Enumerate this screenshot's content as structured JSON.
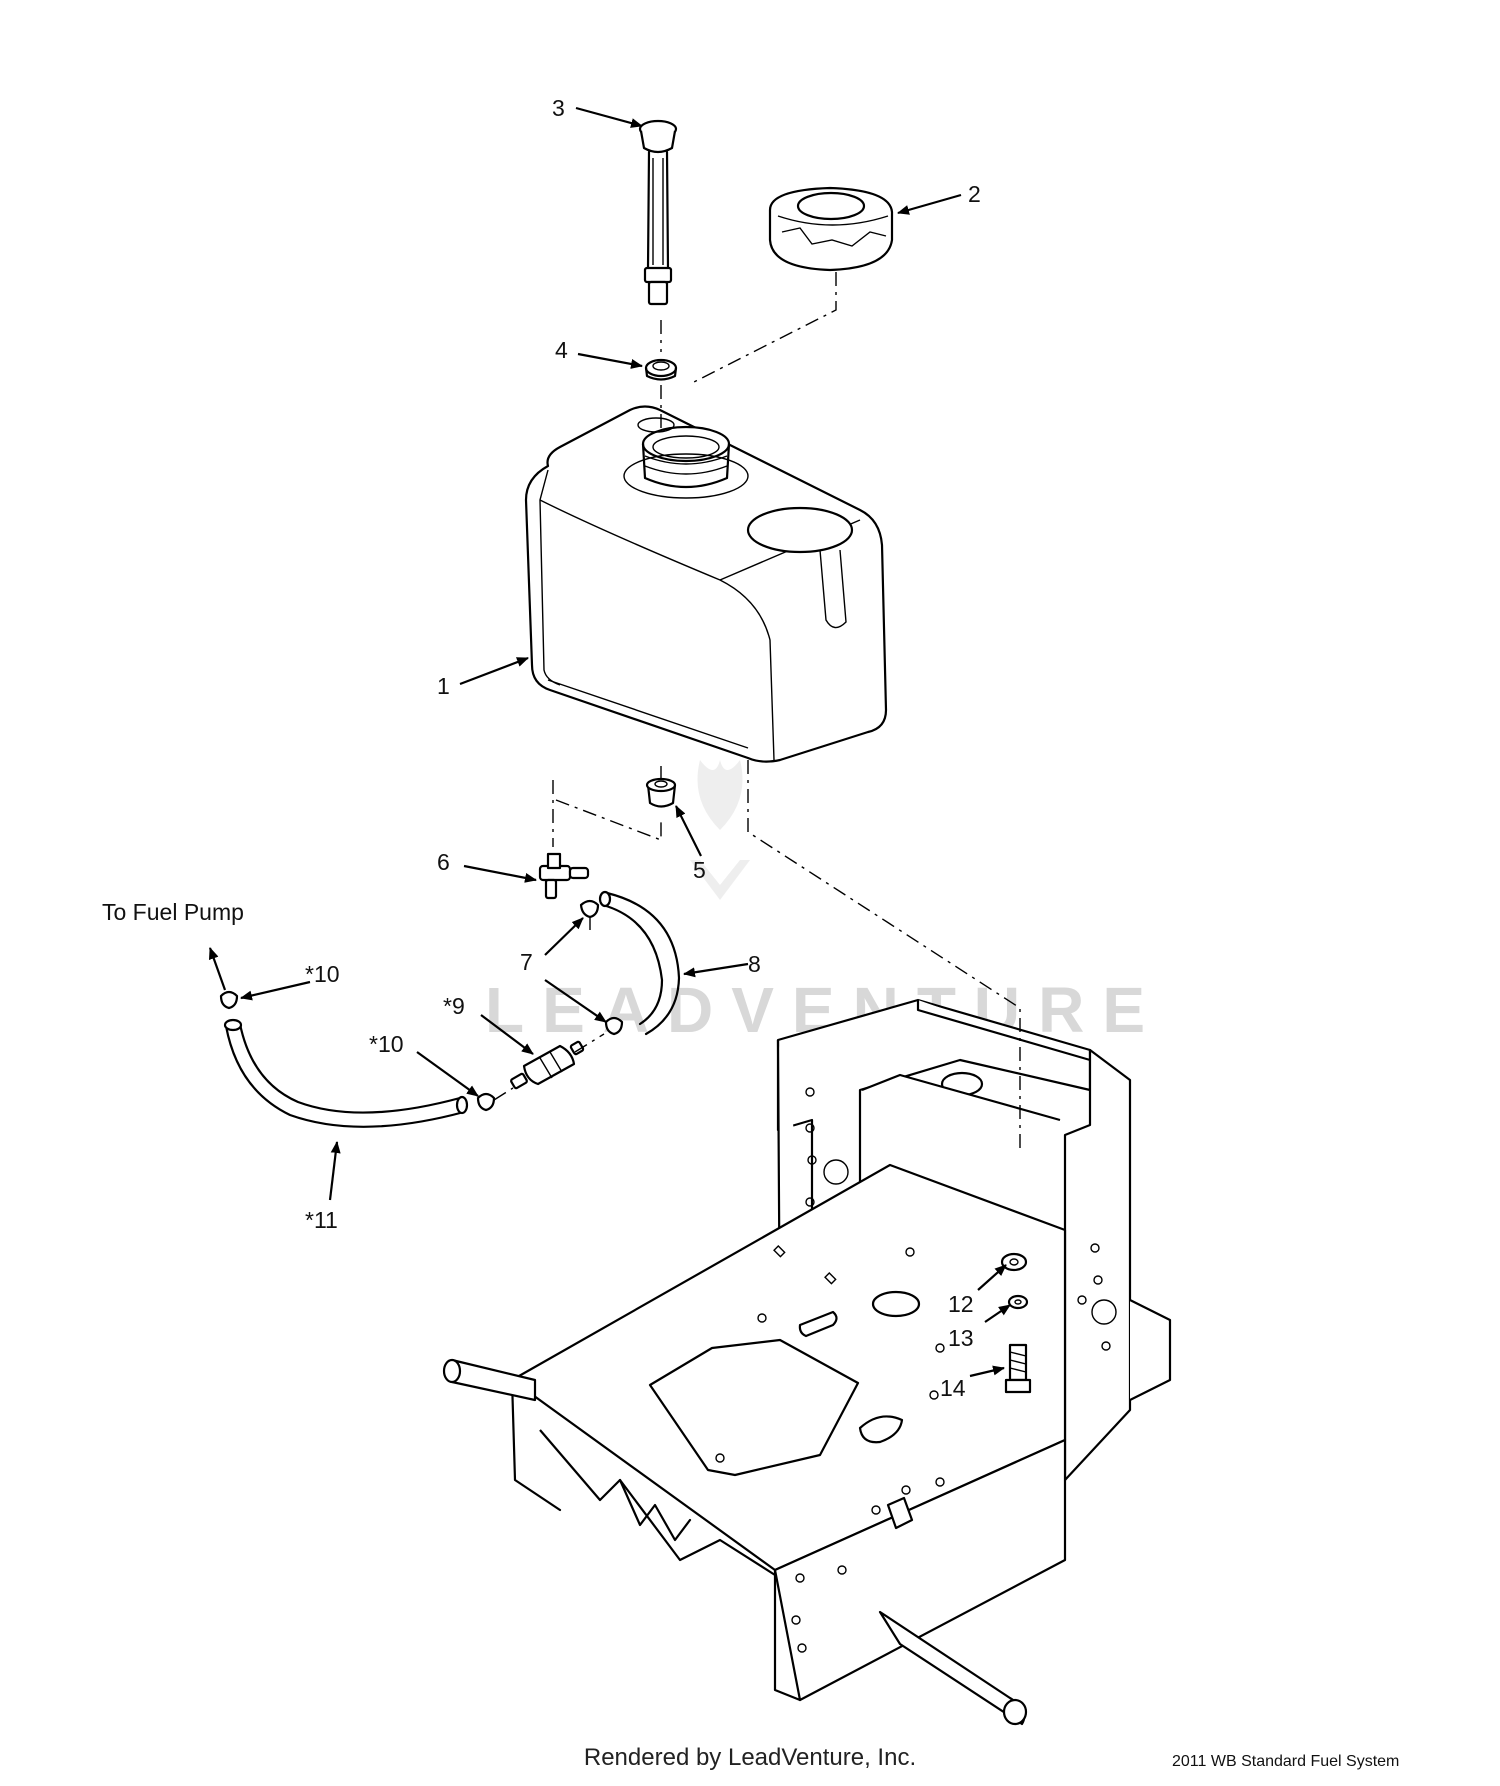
{
  "callouts": {
    "c1": "1",
    "c2": "2",
    "c3": "3",
    "c4": "4",
    "c5": "5",
    "c6": "6",
    "c7": "7",
    "c8": "8",
    "c9": "*9",
    "c10a": "*10",
    "c10b": "*10",
    "c11": "*11",
    "c12": "12",
    "c13": "13",
    "c14": "14"
  },
  "note_fuel_pump": "To Fuel Pump",
  "watermark": "LEADVENTURE",
  "diagram_caption": "2011 WB Standard Fuel System",
  "footer": "Rendered by LeadVenture, Inc."
}
